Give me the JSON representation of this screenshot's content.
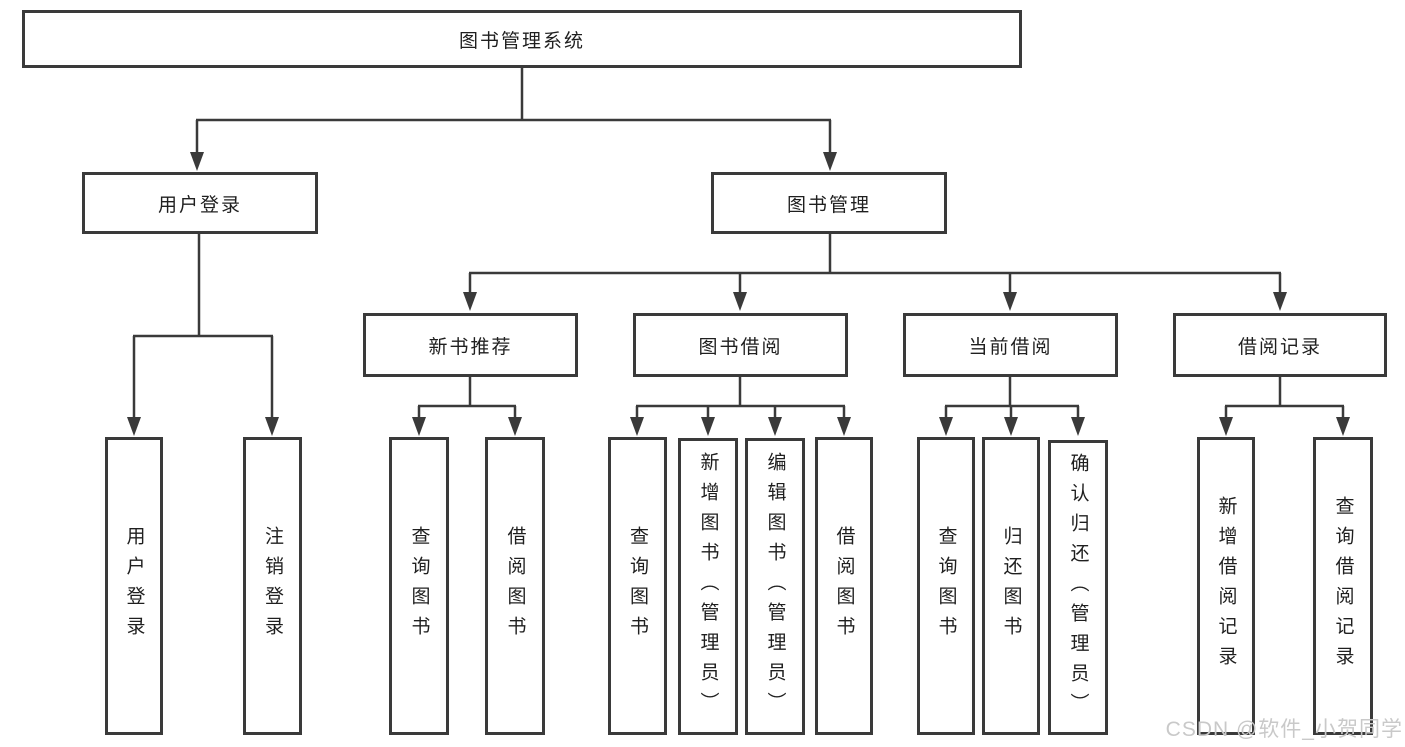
{
  "diagram": {
    "root": {
      "label": "图书管理系统"
    },
    "level2": [
      {
        "id": "user-login",
        "label": "用户登录"
      },
      {
        "id": "book-management",
        "label": "图书管理"
      }
    ],
    "level3": [
      {
        "id": "new-book-recommend",
        "label": "新书推荐"
      },
      {
        "id": "book-borrow",
        "label": "图书借阅"
      },
      {
        "id": "current-borrow",
        "label": "当前借阅"
      },
      {
        "id": "borrow-records",
        "label": "借阅记录"
      }
    ],
    "leaves": [
      {
        "id": "user-login",
        "parent": "用户登录",
        "label": "用户登录"
      },
      {
        "id": "logout-login",
        "parent": "用户登录",
        "label": "注销登录"
      },
      {
        "id": "query-books-recommend",
        "parent": "新书推荐",
        "label": "查询图书"
      },
      {
        "id": "borrow-books-recommend",
        "parent": "新书推荐",
        "label": "借阅图书"
      },
      {
        "id": "query-books-borrow",
        "parent": "图书借阅",
        "label": "查询图书"
      },
      {
        "id": "add-book-admin",
        "parent": "图书借阅",
        "label": "新增图书（管理员）"
      },
      {
        "id": "edit-book-admin",
        "parent": "图书借阅",
        "label": "编辑图书（管理员）"
      },
      {
        "id": "borrow-books-borrow",
        "parent": "图书借阅",
        "label": "借阅图书"
      },
      {
        "id": "query-books-current",
        "parent": "当前借阅",
        "label": "查询图书"
      },
      {
        "id": "return-book",
        "parent": "当前借阅",
        "label": "归还图书"
      },
      {
        "id": "confirm-return-admin",
        "parent": "当前借阅",
        "label": "确认归还（管理员）"
      },
      {
        "id": "add-borrow-record",
        "parent": "借阅记录",
        "label": "新增借阅记录"
      },
      {
        "id": "query-borrow-record",
        "parent": "借阅记录",
        "label": "查询借阅记录"
      }
    ]
  },
  "watermark": {
    "text": "CSDN @软件_小贺同学"
  },
  "colors": {
    "line": "#3a3a3a",
    "box_border": "#3a3a3a",
    "text": "#1f1f1f",
    "watermark": "#c9c9c9",
    "background": "#ffffff"
  }
}
